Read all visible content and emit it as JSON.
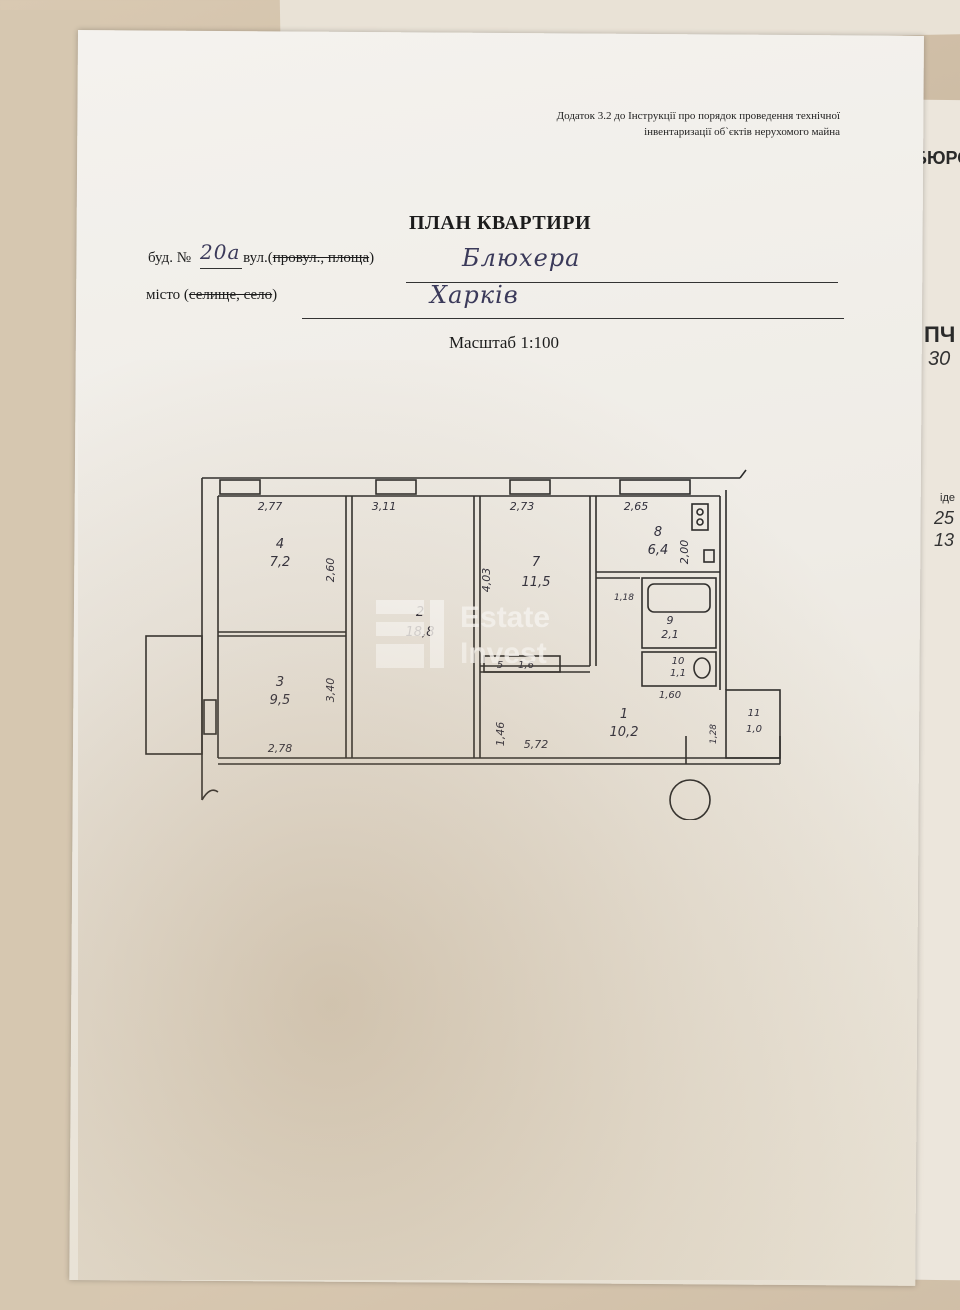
{
  "document": {
    "annex_line1": "Додаток 3.2 до Інструкції про порядок проведення технічної",
    "annex_line2": "інвентаризації об`єктів нерухомого майна",
    "title": "ПЛАН КВАРТИРИ",
    "building_label": "буд. №",
    "building_number": "20а",
    "street_label_prefix": "вул.(",
    "street_label_struck": "провул., площа",
    "street_label_suffix": ")",
    "street_value": "Блюхера",
    "city_label_prefix": "місто (",
    "city_label_struck": "селище, село",
    "city_label_suffix": ")",
    "city_value": "Харків",
    "scale": "Масштаб 1:100"
  },
  "rooms": [
    {
      "number": "1",
      "area": "10,2"
    },
    {
      "number": "2",
      "area": "18,8"
    },
    {
      "number": "3",
      "area": "9,5"
    },
    {
      "number": "4",
      "area": "7,2"
    },
    {
      "number": "5",
      "area": "1,6"
    },
    {
      "number": "7",
      "area": "11,5"
    },
    {
      "number": "8",
      "area": "6,4"
    },
    {
      "number": "9",
      "area": "2,1"
    },
    {
      "number": "10",
      "area": "1,1"
    },
    {
      "number": "11",
      "area": "1,0"
    }
  ],
  "dimensions": [
    "2,77",
    "3,11",
    "2,73",
    "2,65",
    "2,60",
    "3,40",
    "2,78",
    "4,03",
    "1,18",
    "2,00",
    "1,60",
    "1,46",
    "5,72",
    "1,28"
  ],
  "watermark": {
    "line1": "Estate",
    "line2": "Invest"
  },
  "background_fragments": {
    "bureau": "БЮРО",
    "pch": "ПЧ",
    "n30": "30",
    "ide": "іде",
    "n25": "25",
    "n13": "13"
  }
}
